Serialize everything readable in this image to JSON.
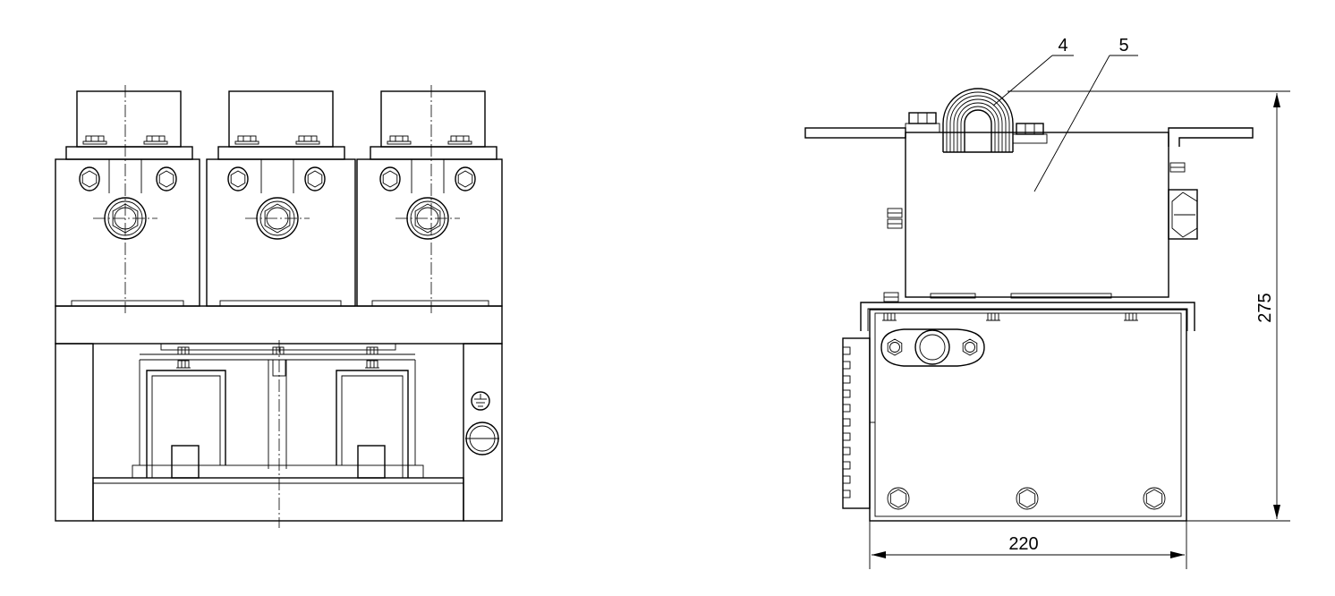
{
  "callouts": {
    "part_4": "4",
    "part_5": "5"
  },
  "dimensions": {
    "height": "275",
    "width": "220"
  },
  "colors": {
    "line": "#000000",
    "background": "#ffffff"
  },
  "icons": {
    "ground": "ground-symbol-icon"
  }
}
